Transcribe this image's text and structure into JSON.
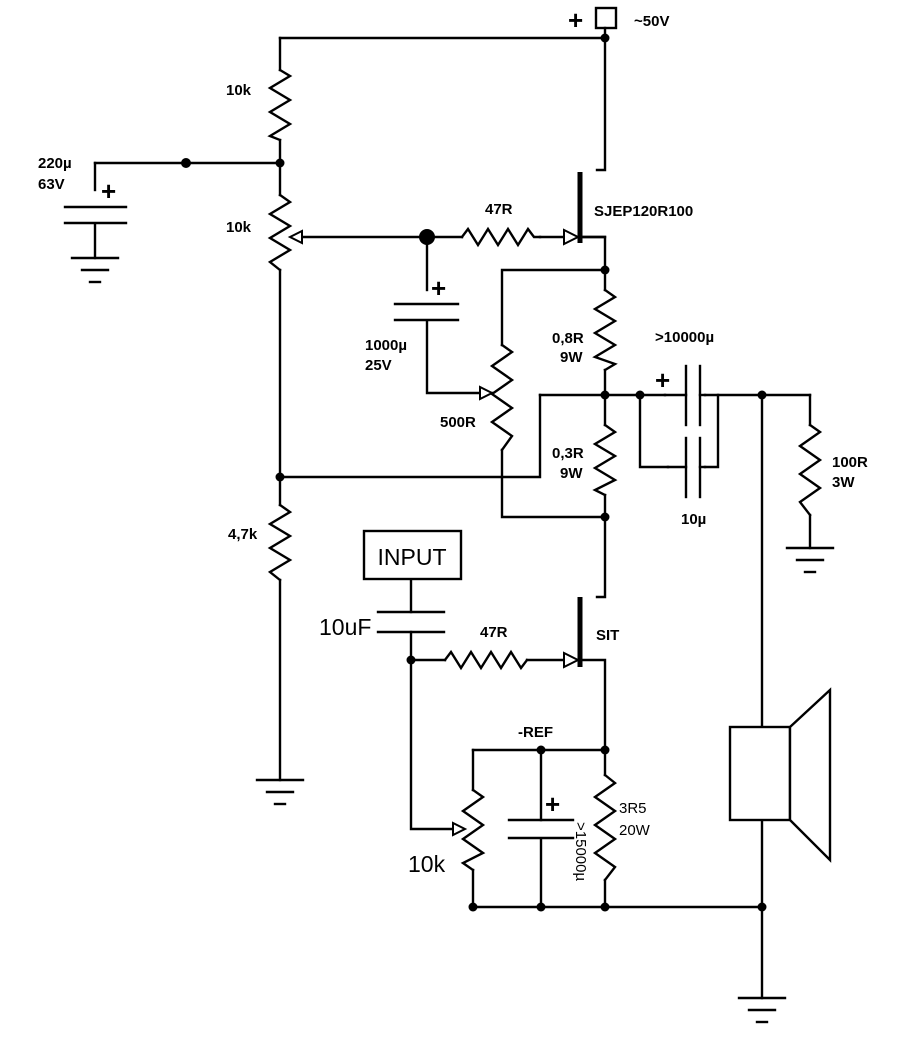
{
  "supply": {
    "sign": "+",
    "label": "~50V"
  },
  "components": {
    "r_top_divider": "10k",
    "pot_bias": "10k",
    "r_bottom_divider": "4,7k",
    "cap_divider": {
      "value": "220µ",
      "voltage": "63V",
      "polarity": "+"
    },
    "r_gate_upper": "47R",
    "q_upper": "SJEP120R100",
    "cap_gate": {
      "value": "1000µ",
      "voltage": "25V",
      "polarity": "+"
    },
    "pot_500": "500R",
    "r_08": {
      "value": "0,8R",
      "power": "9W"
    },
    "r_03": {
      "value": "0,3R",
      "power": "9W"
    },
    "cap_out_big": {
      "value": ">10000µ",
      "polarity": "+"
    },
    "cap_out_small": "10µ",
    "r_100": {
      "value": "100R",
      "power": "3W"
    },
    "input_box": "INPUT",
    "cap_input": "10uF",
    "r_gate_lower": "47R",
    "q_lower": "SIT",
    "ref_label": "-REF",
    "pot_ref": "10k",
    "cap_ref": {
      "value": ">15000µ",
      "polarity": "+"
    },
    "r_source": {
      "value": "3R5",
      "power": "20W"
    }
  }
}
